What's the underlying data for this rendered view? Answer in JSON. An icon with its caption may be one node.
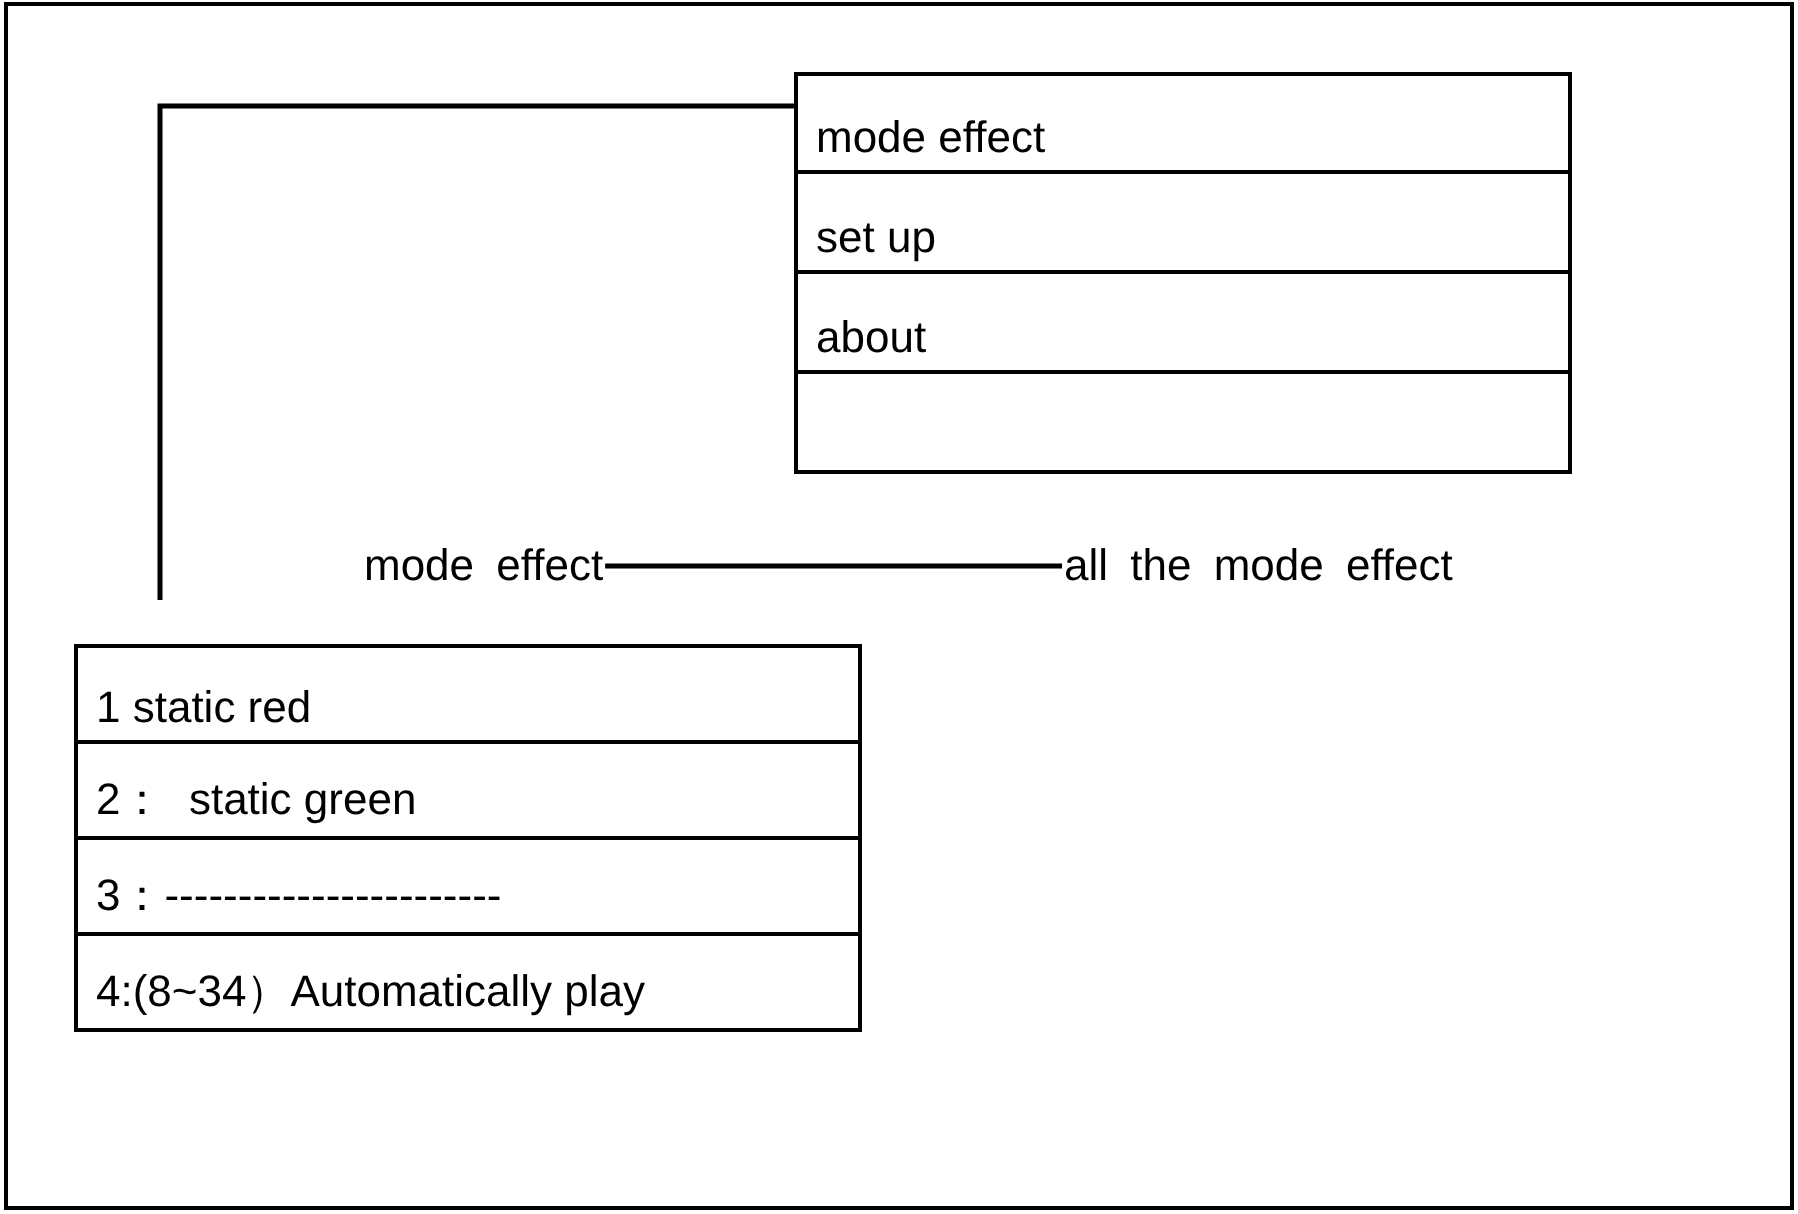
{
  "diagram": {
    "nodes": [
      {
        "text": [
          "mode effect"
        ]
      },
      {
        "text": [
          "set up"
        ]
      },
      {
        "text": [
          "about"
        ]
      },
      {
        "text": [],
        "shape": "box"
      },
      {
        "text": [
          "mode effect"
        ]
      },
      {
        "text": [
          "all the mode effect"
        ]
      },
      {
        "text": [
          "1 static red"
        ]
      },
      {
        "text": [
          "2：  static green"
        ]
      },
      {
        "text": [
          "3：-----------------------"
        ]
      },
      {
        "text": [
          "4:(8~34）Automatically play"
        ]
      }
    ],
    "edges": [
      {
        "from": 0,
        "to": null,
        "arrow": "none"
      },
      {
        "from": 4,
        "to": 5,
        "arrow": "none"
      }
    ]
  }
}
